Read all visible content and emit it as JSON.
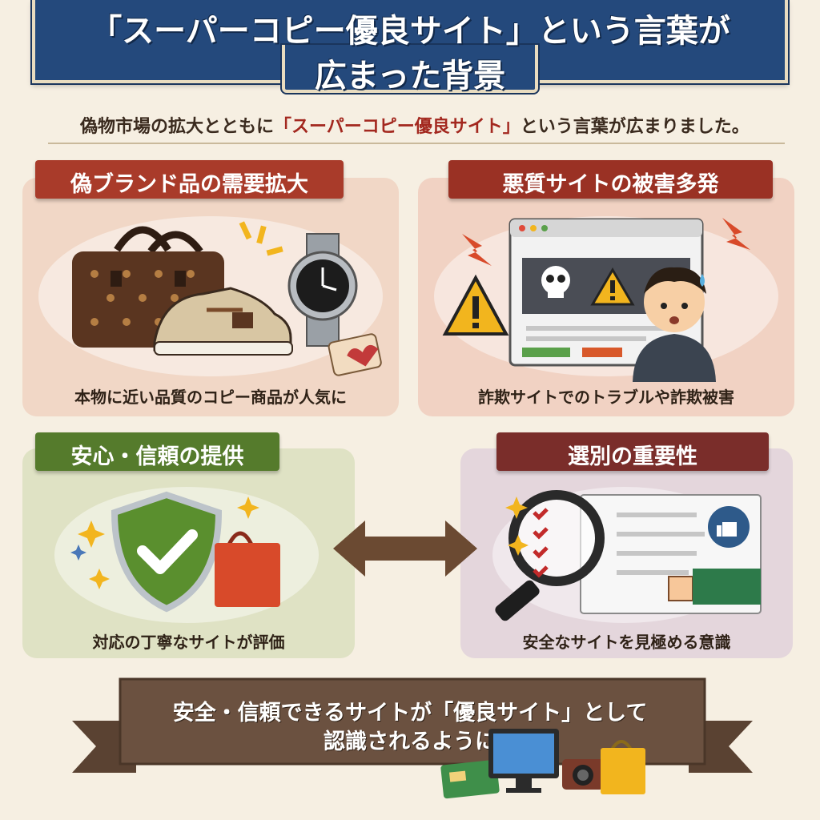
{
  "header": {
    "title_line_1": "「スーパーコピー優良サイト」という言葉が",
    "title_line_2": "広まった背景"
  },
  "intro": {
    "prefix": "偽物市場の拡大とともに",
    "highlight": "「スーパーコピー優良サイト」",
    "suffix": "という言葉が広まりました。"
  },
  "panels": {
    "demand": {
      "label": "偽ブランド品の需要拡大",
      "caption": "本物に近い品質のコピー商品が人気に"
    },
    "fraud": {
      "label": "悪質サイトの被害多発",
      "caption": "詐欺サイトでのトラブルや詐欺被害"
    },
    "trust": {
      "label": "安心・信頼の提供",
      "caption": "対応の丁寧なサイトが評価"
    },
    "select": {
      "label": "選別の重要性",
      "caption": "安全なサイトを見極める意識"
    }
  },
  "ribbon": {
    "line_1": "安全・信頼できるサイトが「優良サイト」として",
    "line_2": "認識されるように"
  },
  "icons": [
    "handbag-icon",
    "sneaker-icon",
    "watch-icon",
    "heart-tag-icon",
    "warning-icon",
    "skull-icon",
    "browser-window-icon",
    "worried-person-icon",
    "shield-check-icon",
    "shopping-bag-icon",
    "sparkle-icon",
    "magnifier-icon",
    "checklist-icon",
    "thumbs-up-icon",
    "double-arrow-icon",
    "monitor-icon",
    "camera-icon",
    "card-icon"
  ],
  "colors": {
    "header_bg": "#24497c",
    "demand_label": "#a93b2a",
    "fraud_label": "#9a3124",
    "trust_label": "#557b2c",
    "select_label": "#7a2d2a",
    "ribbon": "#6b5140",
    "page_bg": "#f6efe2"
  }
}
